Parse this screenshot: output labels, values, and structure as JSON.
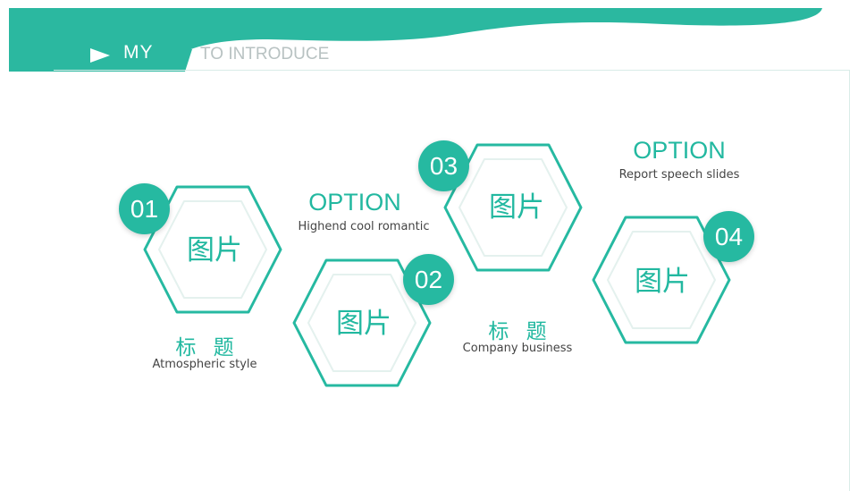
{
  "header": {
    "title_highlight": "MY",
    "title_rest": "TO INTRODUCE"
  },
  "colors": {
    "accent": "#26b9a1",
    "accent_text": "#22b8a0",
    "header_fill": "#2bb8a0"
  },
  "icons": {
    "title_marker": "play-triangle-icon"
  },
  "items": [
    {
      "number": "01",
      "picture_label": "图片"
    },
    {
      "number": "02",
      "picture_label": "图片"
    },
    {
      "number": "03",
      "picture_label": "图片"
    },
    {
      "number": "04",
      "picture_label": "图片"
    }
  ],
  "texts": [
    {
      "title": "OPTION",
      "subtitle": "Highend cool romantic"
    },
    {
      "title": "OPTION",
      "subtitle": "Report speech slides"
    },
    {
      "title": "标 题",
      "subtitle": "Atmospheric style"
    },
    {
      "title": "标 题",
      "subtitle": "Company business"
    }
  ]
}
